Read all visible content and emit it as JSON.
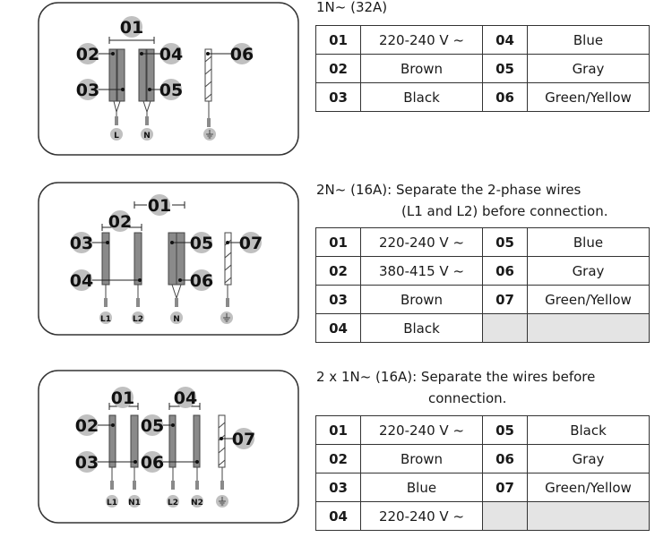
{
  "sections": [
    {
      "title": [
        "1N~ (32A)"
      ],
      "rows": [
        [
          "01",
          "220-240 V ~",
          "04",
          "Blue"
        ],
        [
          "02",
          "Brown",
          "05",
          "Gray"
        ],
        [
          "03",
          "Black",
          "06",
          "Green/Yellow"
        ]
      ],
      "diagram": {
        "labels": [
          "01",
          "02",
          "03",
          "04",
          "05",
          "06"
        ],
        "terminals": [
          "L",
          "N"
        ]
      }
    },
    {
      "title": [
        "2N~ (16A): Separate the 2-phase wires",
        "(L1 and L2) before connection."
      ],
      "rows": [
        [
          "01",
          "220-240 V ~",
          "05",
          "Blue"
        ],
        [
          "02",
          "380-415 V ~",
          "06",
          "Gray"
        ],
        [
          "03",
          "Brown",
          "07",
          "Green/Yellow"
        ],
        [
          "04",
          "Black",
          "",
          ""
        ]
      ],
      "diagram": {
        "labels": [
          "01",
          "02",
          "03",
          "04",
          "05",
          "06",
          "07"
        ],
        "terminals": [
          "L1",
          "L2",
          "N"
        ]
      }
    },
    {
      "title": [
        "2 x 1N~ (16A): Separate the wires before",
        "connection."
      ],
      "rows": [
        [
          "01",
          "220-240 V ~",
          "05",
          "Black"
        ],
        [
          "02",
          "Brown",
          "06",
          "Gray"
        ],
        [
          "03",
          "Blue",
          "07",
          "Green/Yellow"
        ],
        [
          "04",
          "220-240 V ~",
          "",
          ""
        ]
      ],
      "diagram": {
        "labels": [
          "01",
          "02",
          "03",
          "04",
          "05",
          "06",
          "07"
        ],
        "terminals": [
          "L1",
          "N1",
          "L2",
          "N2"
        ]
      }
    }
  ],
  "colors": {
    "wire": "#8a8a8a",
    "badge": "#c0c0c0",
    "border": "#333333"
  }
}
